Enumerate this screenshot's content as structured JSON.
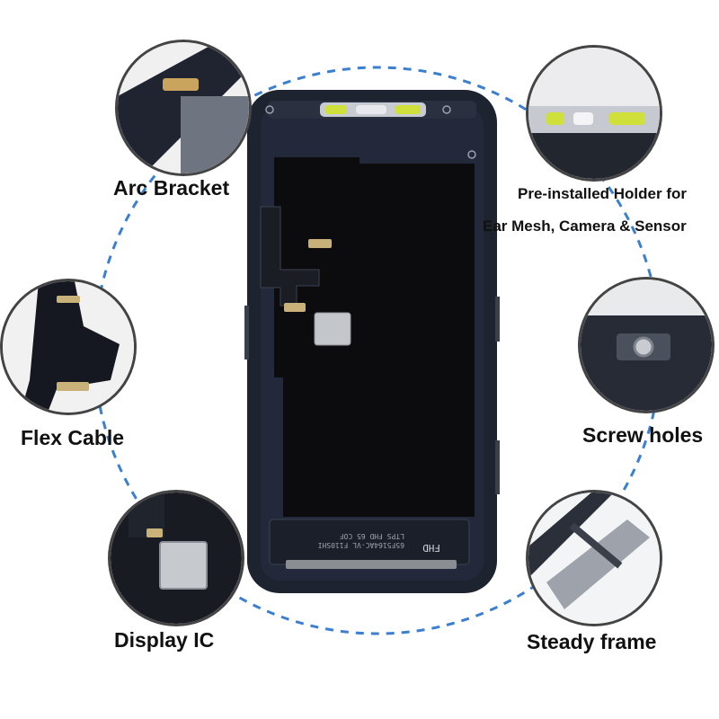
{
  "callouts": {
    "arc_bracket": "Arc Bracket",
    "holder_line1": "Pre-installed Holder for",
    "holder_line2": "Ear Mesh, Camera & Sensor",
    "flex_cable": "Flex Cable",
    "screw_holes": "Screw holes",
    "display_ic": "Display IC",
    "steady_frame": "Steady frame"
  },
  "board_print": {
    "fhd": "FHD",
    "line1": "65F5164AC-VL F110SHI",
    "line2": "LTPS FHD 65 COF"
  },
  "colors": {
    "ring": "#3a7fd0",
    "frame": "#1e2330",
    "panel": "#0c0c0e",
    "metal": "#b9bcc2"
  }
}
